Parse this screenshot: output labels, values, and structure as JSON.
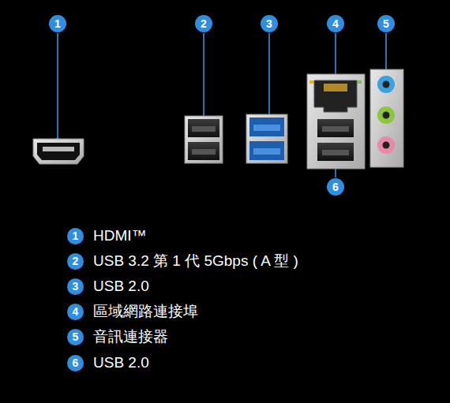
{
  "diagram": {
    "labels": [
      "1",
      "2",
      "3",
      "4",
      "5",
      "6",
      "1",
      "HDMI™",
      "2",
      "USB 3.2 第 1 代 5Gbps ( A 型 )",
      "3",
      "USB 2.0",
      "4",
      "區域網路連接埠",
      "5",
      "音訊連接器",
      "6",
      "USB 2.0"
    ]
  }
}
